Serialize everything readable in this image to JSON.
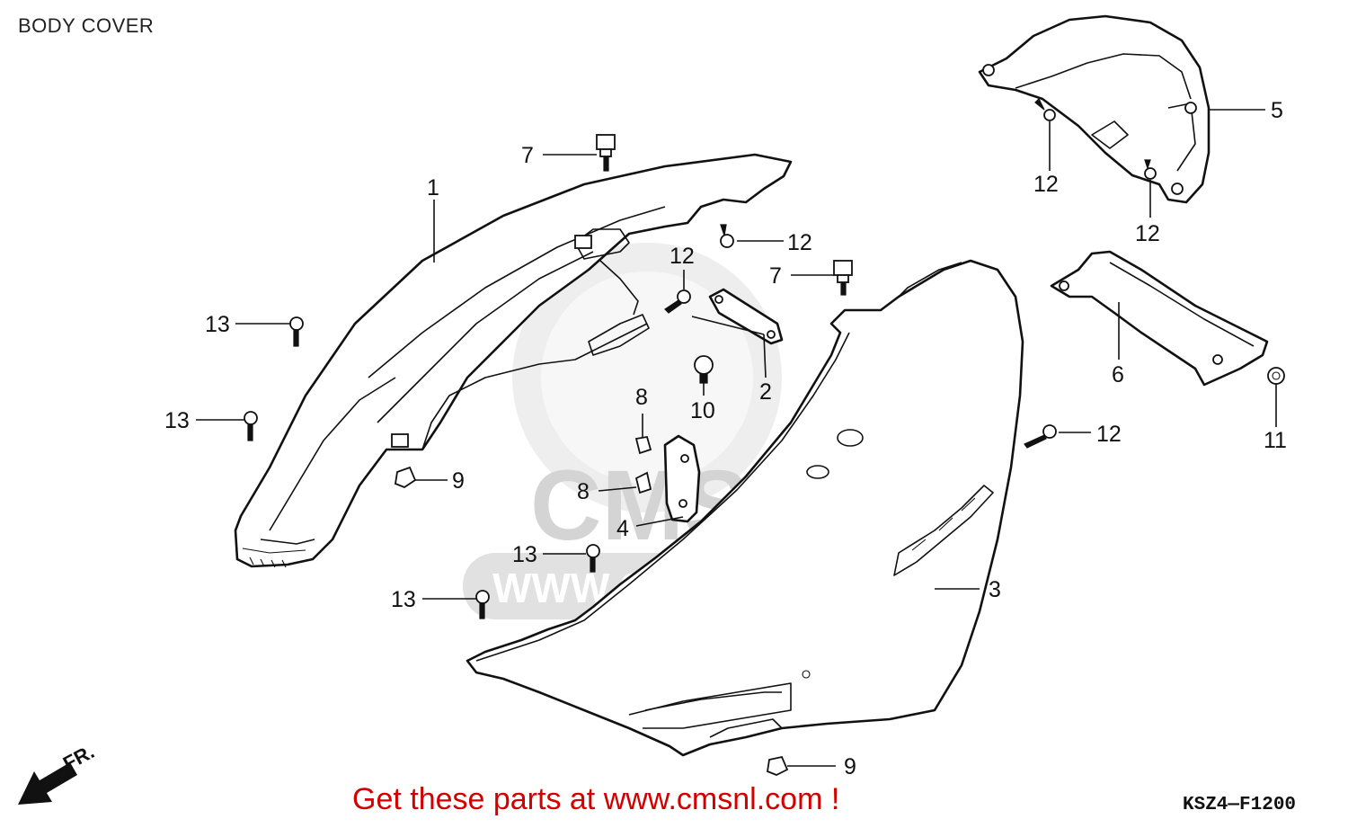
{
  "title": "BODY COVER",
  "footer": "Get these parts at www.cmsnl.com !",
  "diagram_code": "KSZ4—F1200",
  "direction_label": "FR.",
  "watermark": {
    "brand": "CMS",
    "url": "WWW.CMSNL.COM"
  },
  "callouts": [
    {
      "id": "c1",
      "label": "1"
    },
    {
      "id": "c2",
      "label": "2"
    },
    {
      "id": "c3",
      "label": "3"
    },
    {
      "id": "c4",
      "label": "4"
    },
    {
      "id": "c5",
      "label": "5"
    },
    {
      "id": "c6",
      "label": "6"
    },
    {
      "id": "c7a",
      "label": "7"
    },
    {
      "id": "c7b",
      "label": "7"
    },
    {
      "id": "c8a",
      "label": "8"
    },
    {
      "id": "c8b",
      "label": "8"
    },
    {
      "id": "c9a",
      "label": "9"
    },
    {
      "id": "c9b",
      "label": "9"
    },
    {
      "id": "c10",
      "label": "10"
    },
    {
      "id": "c11",
      "label": "11"
    },
    {
      "id": "c12a",
      "label": "12"
    },
    {
      "id": "c12b",
      "label": "12"
    },
    {
      "id": "c12c",
      "label": "12"
    },
    {
      "id": "c12d",
      "label": "12"
    },
    {
      "id": "c12e",
      "label": "12"
    },
    {
      "id": "c13a",
      "label": "13"
    },
    {
      "id": "c13b",
      "label": "13"
    },
    {
      "id": "c13c",
      "label": "13"
    },
    {
      "id": "c13d",
      "label": "13"
    }
  ],
  "colors": {
    "footer_text": "#d40000",
    "line_art": "#111111",
    "watermark": "#d9d9d9"
  }
}
